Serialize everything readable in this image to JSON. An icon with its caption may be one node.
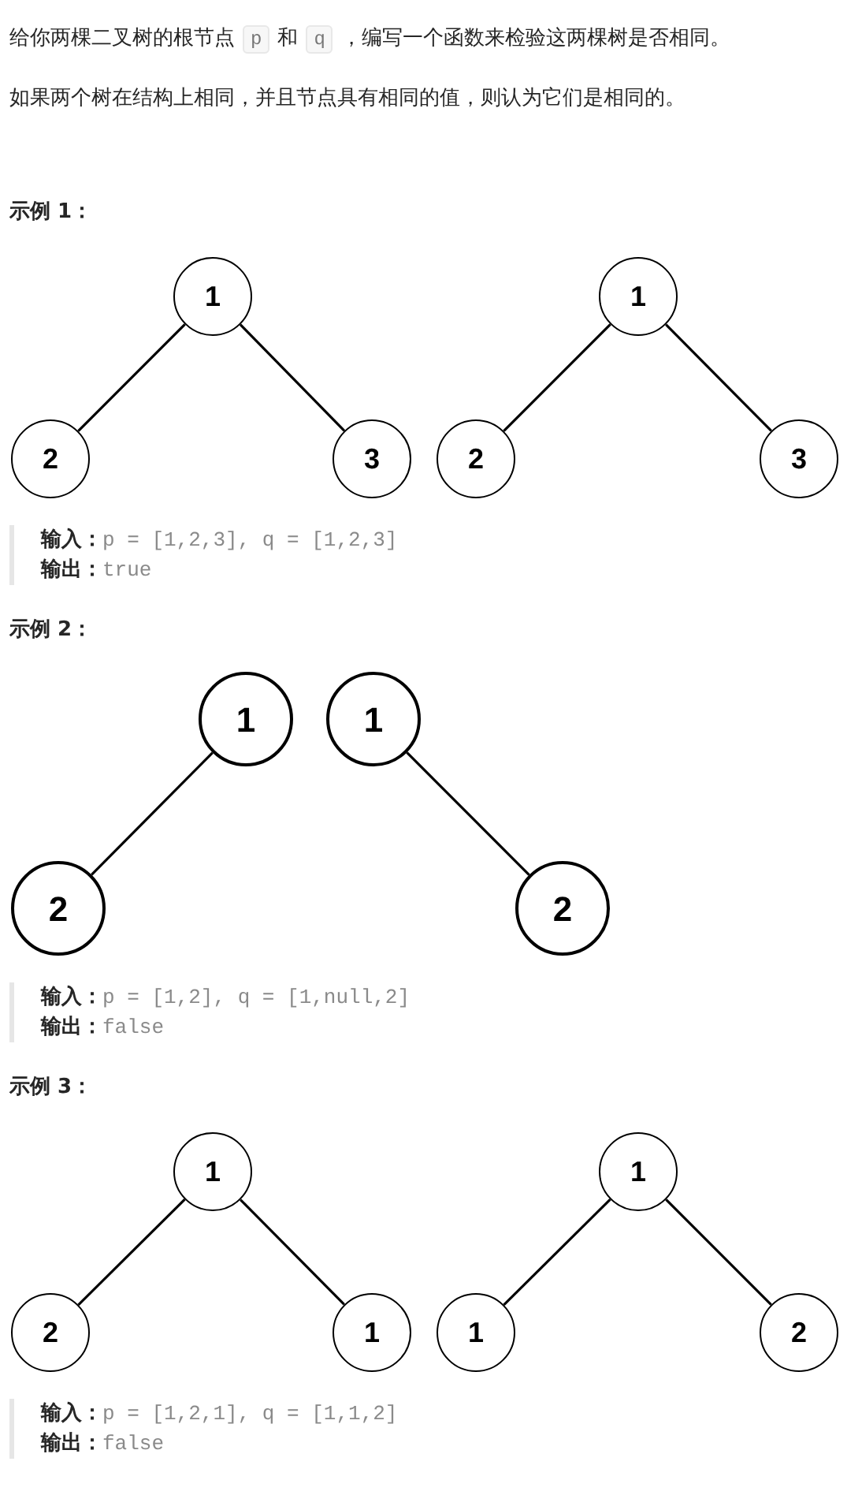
{
  "diagram": {
    "nodes": [
      {
        "text": [
          "1"
        ]
      },
      {
        "text": [
          "1"
        ]
      },
      {
        "text": [
          "2"
        ]
      },
      {
        "text": [
          "3"
        ]
      },
      {
        "text": [
          "2"
        ]
      },
      {
        "text": [
          "3"
        ]
      },
      {
        "text": [
          "1"
        ]
      },
      {
        "text": [
          "1"
        ]
      },
      {
        "text": [
          "2"
        ]
      },
      {
        "text": [
          "2"
        ]
      },
      {
        "text": [
          "1"
        ]
      },
      {
        "text": [
          "1"
        ]
      },
      {
        "text": [
          "2"
        ]
      },
      {
        "text": [
          "1"
        ]
      },
      {
        "text": [
          "1"
        ]
      },
      {
        "text": [
          "2"
        ]
      }
    ],
    "edges": [
      {
        "from": 0,
        "to": 2,
        "arrow": "none"
      },
      {
        "from": 0,
        "to": 3,
        "arrow": "none"
      },
      {
        "from": 1,
        "to": 4,
        "arrow": "none"
      },
      {
        "from": 1,
        "to": 5,
        "arrow": "none"
      },
      {
        "from": 6,
        "to": 8,
        "arrow": "none"
      },
      {
        "from": 7,
        "to": 9,
        "arrow": "none"
      },
      {
        "from": 10,
        "to": 12,
        "arrow": "none"
      },
      {
        "from": 10,
        "to": 13,
        "arrow": "none"
      },
      {
        "from": 11,
        "to": 14,
        "arrow": "none"
      },
      {
        "from": 11,
        "to": 15,
        "arrow": "none"
      }
    ],
    "labels": [
      "给你两棵二叉树的根节点",
      "p",
      "和",
      "q",
      "，编写一个函数来检验这两棵树是否相同。",
      "如果两个树在结构上相同，并且节点具有相同的值，则认为它们是相同的。",
      "示例 1：",
      "输入：",
      "p = [1,2,3], q = [1,2,3]",
      "输出：",
      "true",
      "示例 2：",
      "输入：",
      "p = [1,2], q = [1,null,2]",
      "输出：",
      "false",
      "示例 3：",
      "输入：",
      "p = [1,2,1], q = [1,1,2]",
      "输出：",
      "false"
    ]
  }
}
